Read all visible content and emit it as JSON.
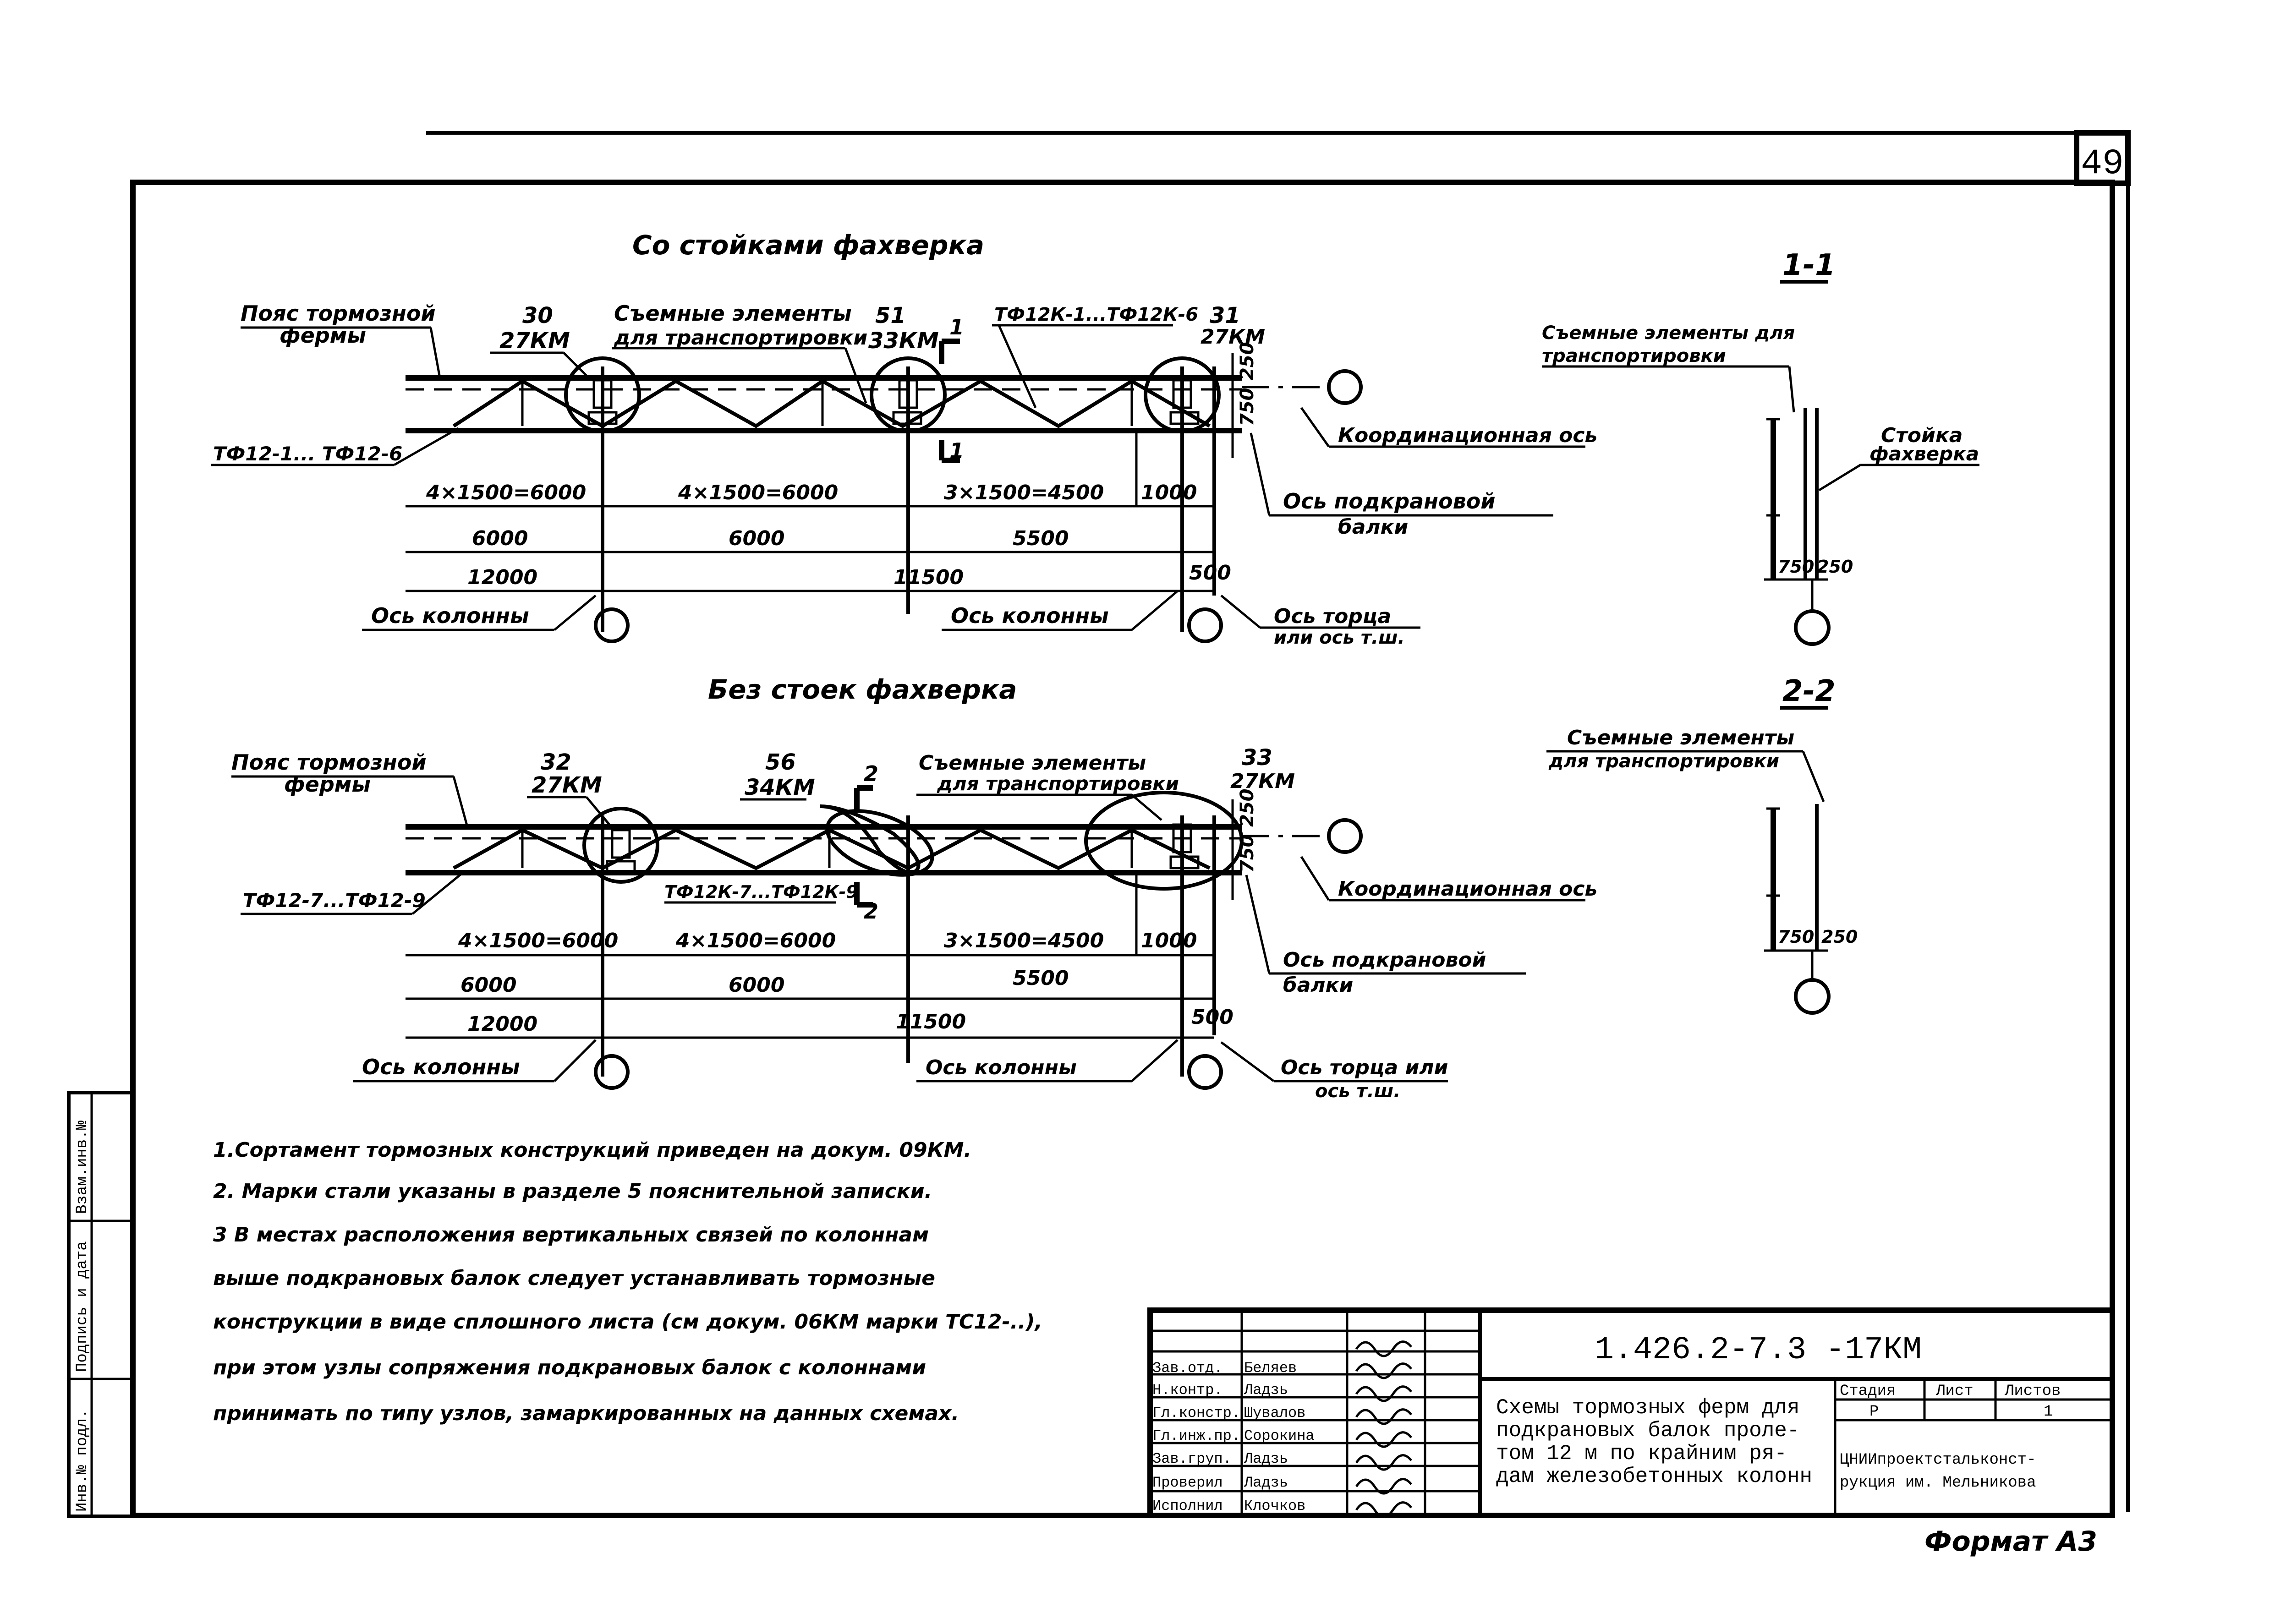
{
  "sheet": {
    "page_number": "49",
    "format_label": "Формат А3"
  },
  "diagram_top": {
    "title": "Со стойками фахверка",
    "belt_label_1": "Пояс тормозной",
    "belt_label_2": "фермы",
    "node_30_num": "30",
    "node_30_doc": "27КМ",
    "node_51_num": "51",
    "node_51_doc": "33КМ",
    "node_31_num": "31",
    "node_31_doc": "27КМ",
    "removable_1": "Съемные элементы",
    "removable_2": "для транспортировки",
    "truss_marks_top": "ТФ12К-1...ТФ12К-6",
    "truss_marks_bottom": "ТФ12-1... ТФ12-6",
    "section_mark": "1",
    "dim_250": "250",
    "dim_750": "750",
    "coord_axis": "Координационная ось",
    "crane_axis_1": "Ось подкрановой",
    "crane_axis_2": "балки",
    "dims_row1": [
      "4×1500=6000",
      "4×1500=6000",
      "3×1500=4500",
      "1000"
    ],
    "dims_row2": [
      "6000",
      "6000",
      "5500"
    ],
    "dims_row3": [
      "12000",
      "11500",
      "500"
    ],
    "column_axis_left": "Ось колонны",
    "column_axis_mid": "Ось колонны",
    "end_axis_1": "Ось торца",
    "end_axis_2": "или ось т.ш."
  },
  "diagram_bottom": {
    "title": "Без стоек фахверка",
    "belt_label_1": "Пояс тормозной",
    "belt_label_2": "фермы",
    "node_32_num": "32",
    "node_32_doc": "27КМ",
    "node_56_num": "56",
    "node_56_doc": "34КМ",
    "node_33_num": "33",
    "node_33_doc": "27КМ",
    "removable_1": "Съемные элементы",
    "removable_2": "для транспортировки",
    "truss_marks_left": "ТФ12-7...ТФ12-9",
    "truss_marks_mid": "ТФ12К-7...ТФ12К-9",
    "section_mark": "2",
    "dim_250": "250",
    "dim_750": "750",
    "coord_axis": "Координационная ось",
    "crane_axis_1": "Ось подкрановой",
    "crane_axis_2": "балки",
    "dims_row1": [
      "4×1500=6000",
      "4×1500=6000",
      "3×1500=4500",
      "1000"
    ],
    "dims_row2": [
      "6000",
      "6000",
      "5500"
    ],
    "dims_row3": [
      "12000",
      "11500",
      "500"
    ],
    "column_axis_left": "Ось колонны",
    "column_axis_mid": "Ось колонны",
    "end_axis_1": "Ось торца или",
    "end_axis_2": "ось т.ш."
  },
  "section_1": {
    "title": "1-1",
    "removable_1": "Съемные элементы для",
    "removable_2": "транспортировки",
    "post_1": "Стойка",
    "post_2": "фахверка",
    "dim_750": "750",
    "dim_250": "250"
  },
  "section_2": {
    "title": "2-2",
    "removable_1": "Съемные элементы",
    "removable_2": "для транспортировки",
    "dim_750": "750",
    "dim_250": "250"
  },
  "notes": [
    "1.Сортамент тормозных конструкций приведен на докум. 09КМ.",
    "2. Марки стали указаны в разделе 5 пояснительной записки.",
    "3 В местах расположения вертикальных связей по колоннам",
    "выше подкрановых балок следует устанавливать тормозные",
    "конструкции в виде сплошного листа (см докум. 06КМ марки ТС12-..),",
    "при этом узлы сопряжения подкрановых балок с колоннами",
    "принимать по типу узлов, замаркированных на данных схемах."
  ],
  "left_strip": [
    "Взам.инв.№",
    "Подпись и дата",
    "Инв.№ подл."
  ],
  "title_block": {
    "doc_code": "1.426.2-7.3 -17КМ",
    "description": [
      "Схемы тормозных ферм для",
      "подкрановых балок проле-",
      "том 12 м по крайним ря-",
      "дам железобетонных колонн"
    ],
    "roles": [
      {
        "role": "Зав.отд.",
        "name": "Беляев"
      },
      {
        "role": "Н.контр.",
        "name": "Ладзь"
      },
      {
        "role": "Гл.констр.",
        "name": "Шувалов"
      },
      {
        "role": "Гл.инж.пр.",
        "name": "Сорокина"
      },
      {
        "role": "Зав.груп.",
        "name": "Ладзь"
      },
      {
        "role": "Проверил",
        "name": "Ладзь"
      },
      {
        "role": "Исполнил",
        "name": "Клочков"
      }
    ],
    "stage_label": "Стадия",
    "sheet_label": "Лист",
    "sheets_label": "Листов",
    "stage_value": "Р",
    "sheets_value": "1",
    "org_1": "ЦНИИпроектстальконст-",
    "org_2": "рукция им. Мельникова"
  }
}
